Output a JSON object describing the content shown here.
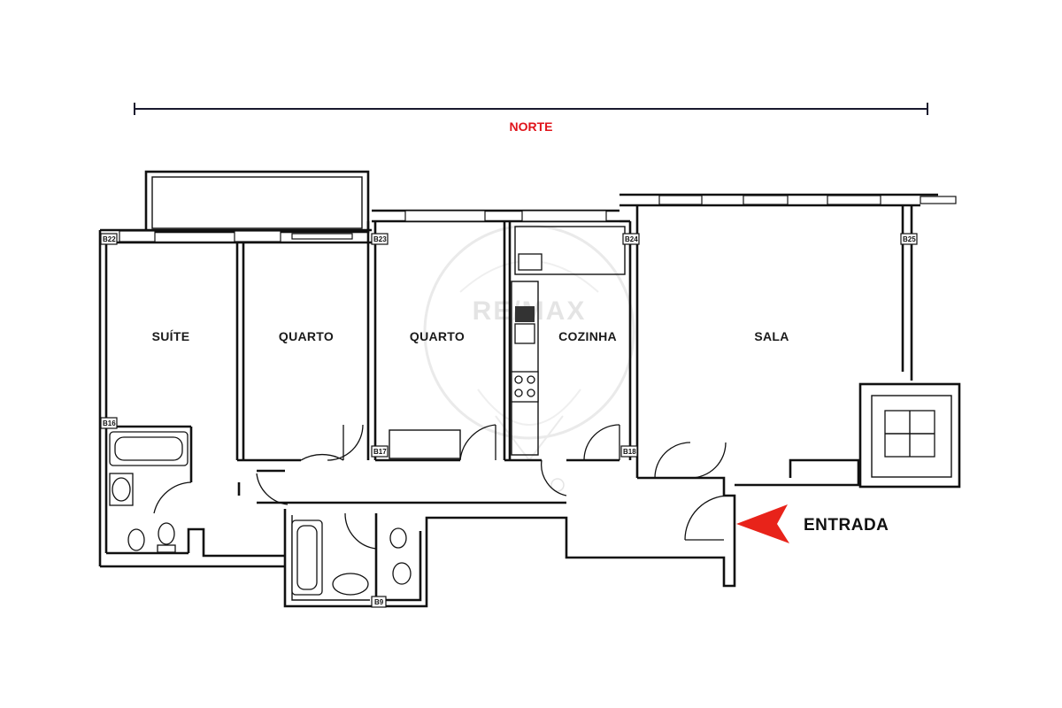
{
  "compass": {
    "label": "NORTE",
    "color": "#e0141b"
  },
  "rooms": {
    "suite": "SUÍTE",
    "bedroom_1": "QUARTO",
    "bedroom_2": "QUARTO",
    "kitchen": "COZINHA",
    "living_room": "SALA"
  },
  "entrance": {
    "label": "ENTRADA",
    "arrow_color": "#e8231a"
  },
  "wall_tags": [
    "B22",
    "B23",
    "B24",
    "B25",
    "B16",
    "B17",
    "B18",
    "B9"
  ],
  "watermark": {
    "text": "RE/MAX"
  },
  "colors": {
    "walls": "#111111",
    "background": "#ffffff",
    "accent": "#e0141b"
  }
}
